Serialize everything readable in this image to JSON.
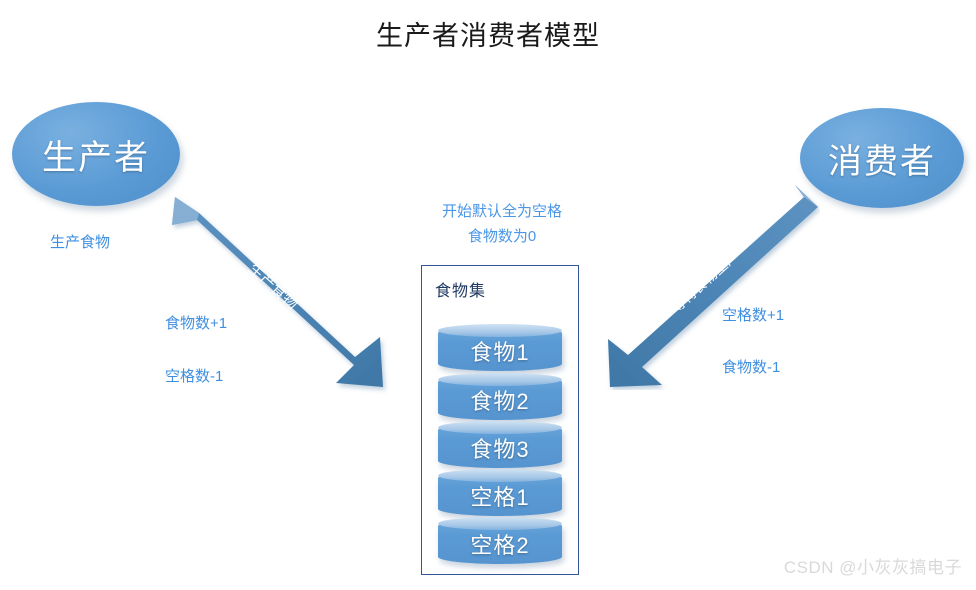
{
  "title": "生产者消费者模型",
  "colors": {
    "actor_fill": "#5B9BD5",
    "arrow_fill": "#4E87B8",
    "note_text": "#3F8FE0",
    "box_border": "#2F5596",
    "box_title": "#1F3864",
    "cylinder_fill": "#5B9BD5",
    "watermark": "#D9D9D9",
    "background": "#FFFFFF"
  },
  "actors": {
    "producer": {
      "label": "生产者"
    },
    "consumer": {
      "label": "消费者"
    }
  },
  "arrows": {
    "left": {
      "label": "生产食物",
      "direction": "producer-to-buffer"
    },
    "right": {
      "label": "等待食物生产",
      "direction": "consumer-to-buffer"
    }
  },
  "notes": {
    "produce_food": "生产食物",
    "left_line1": "食物数+1",
    "left_line2": "空格数-1",
    "right_line1": "空格数+1",
    "right_line2": "食物数-1",
    "init_line1": "开始默认全为空格",
    "init_line2": "食物数为0"
  },
  "food_set": {
    "title": "食物集",
    "items": [
      {
        "label": "食物1",
        "kind": "food"
      },
      {
        "label": "食物2",
        "kind": "food"
      },
      {
        "label": "食物3",
        "kind": "food"
      },
      {
        "label": "空格1",
        "kind": "empty"
      },
      {
        "label": "空格2",
        "kind": "empty"
      }
    ]
  },
  "watermark": "CSDN @小灰灰搞电子"
}
